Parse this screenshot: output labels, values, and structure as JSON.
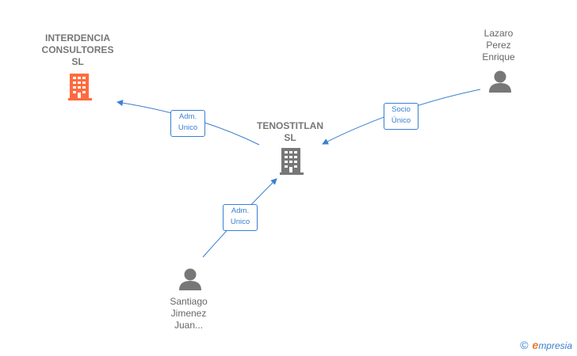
{
  "nodes": {
    "interdencia": {
      "type": "company",
      "lines": [
        "INTERDENCIA",
        "CONSULTORES",
        "SL"
      ],
      "color": "#ff6a3d"
    },
    "tenostitlan": {
      "type": "company",
      "lines": [
        "TENOSTITLAN",
        "SL"
      ],
      "color": "#777777"
    },
    "lazaro": {
      "type": "person",
      "lines": [
        "Lazaro",
        "Perez",
        "Enrique"
      ],
      "color": "#777777"
    },
    "santiago": {
      "type": "person",
      "lines": [
        "Santiago",
        "Jimenez",
        "Juan..."
      ],
      "color": "#777777"
    }
  },
  "edges": [
    {
      "from": "tenostitlan",
      "to": "interdencia",
      "lines": [
        "Adm.",
        "Unico"
      ]
    },
    {
      "from": "lazaro",
      "to": "tenostitlan",
      "lines": [
        "Socio",
        "Único"
      ]
    },
    {
      "from": "santiago",
      "to": "tenostitlan",
      "lines": [
        "Adm.",
        "Unico"
      ]
    }
  ],
  "colors": {
    "edge": "#3a7fd0",
    "accent": "#ff6a3d",
    "node": "#777777"
  },
  "brand": {
    "copyright": "©",
    "initial": "e",
    "rest": "mpresia"
  }
}
